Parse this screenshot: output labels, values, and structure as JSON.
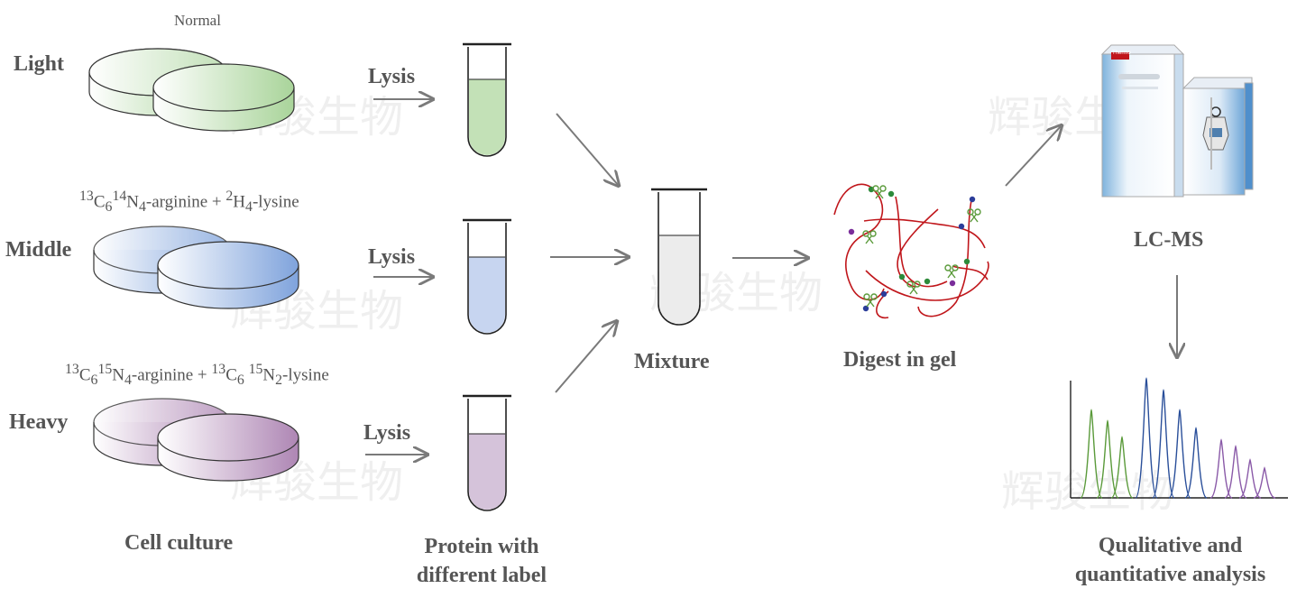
{
  "rows": {
    "light": {
      "label": "Light",
      "note": "Normal",
      "lysis": "Lysis"
    },
    "middle": {
      "label": "Middle",
      "note_parts": [
        "13",
        "C",
        "6",
        "14",
        "N",
        "4",
        "-arginine + ",
        "2",
        "H",
        "4",
        "-lysine"
      ],
      "lysis": "Lysis"
    },
    "heavy": {
      "label": "Heavy",
      "note_parts": [
        "13",
        "C",
        "6",
        "15",
        "N",
        "4",
        "-arginine + ",
        "13",
        "C",
        "6",
        " ",
        "15",
        "N",
        "2",
        "-lysine"
      ],
      "lysis": "Lysis"
    }
  },
  "captions": {
    "cell_culture": "Cell culture",
    "protein_line1": "Protein with",
    "protein_line2": "different label",
    "mixture": "Mixture",
    "digest": "Digest in gel",
    "lcms": "LC-MS",
    "analysis_line1": "Qualitative and",
    "analysis_line2": "quantitative analysis"
  },
  "instrument_brand": "Thermo",
  "watermark": "辉骏生物",
  "colors": {
    "light": "#a9d49a",
    "middle": "#8eaee0",
    "heavy": "#b48fb8",
    "arrow": "#7a7a7a",
    "peptide": "#c0161b",
    "green_peak": "#5a9a3a",
    "blue_peak": "#2a4f9a",
    "purple_peak": "#8a5aa8"
  },
  "icons": [
    "petri-dish-icon",
    "test-tube-icon",
    "peptide-digest-icon",
    "scissors-icon",
    "lc-ms-instrument-icon",
    "mass-spectrum-icon",
    "arrow-icon"
  ]
}
